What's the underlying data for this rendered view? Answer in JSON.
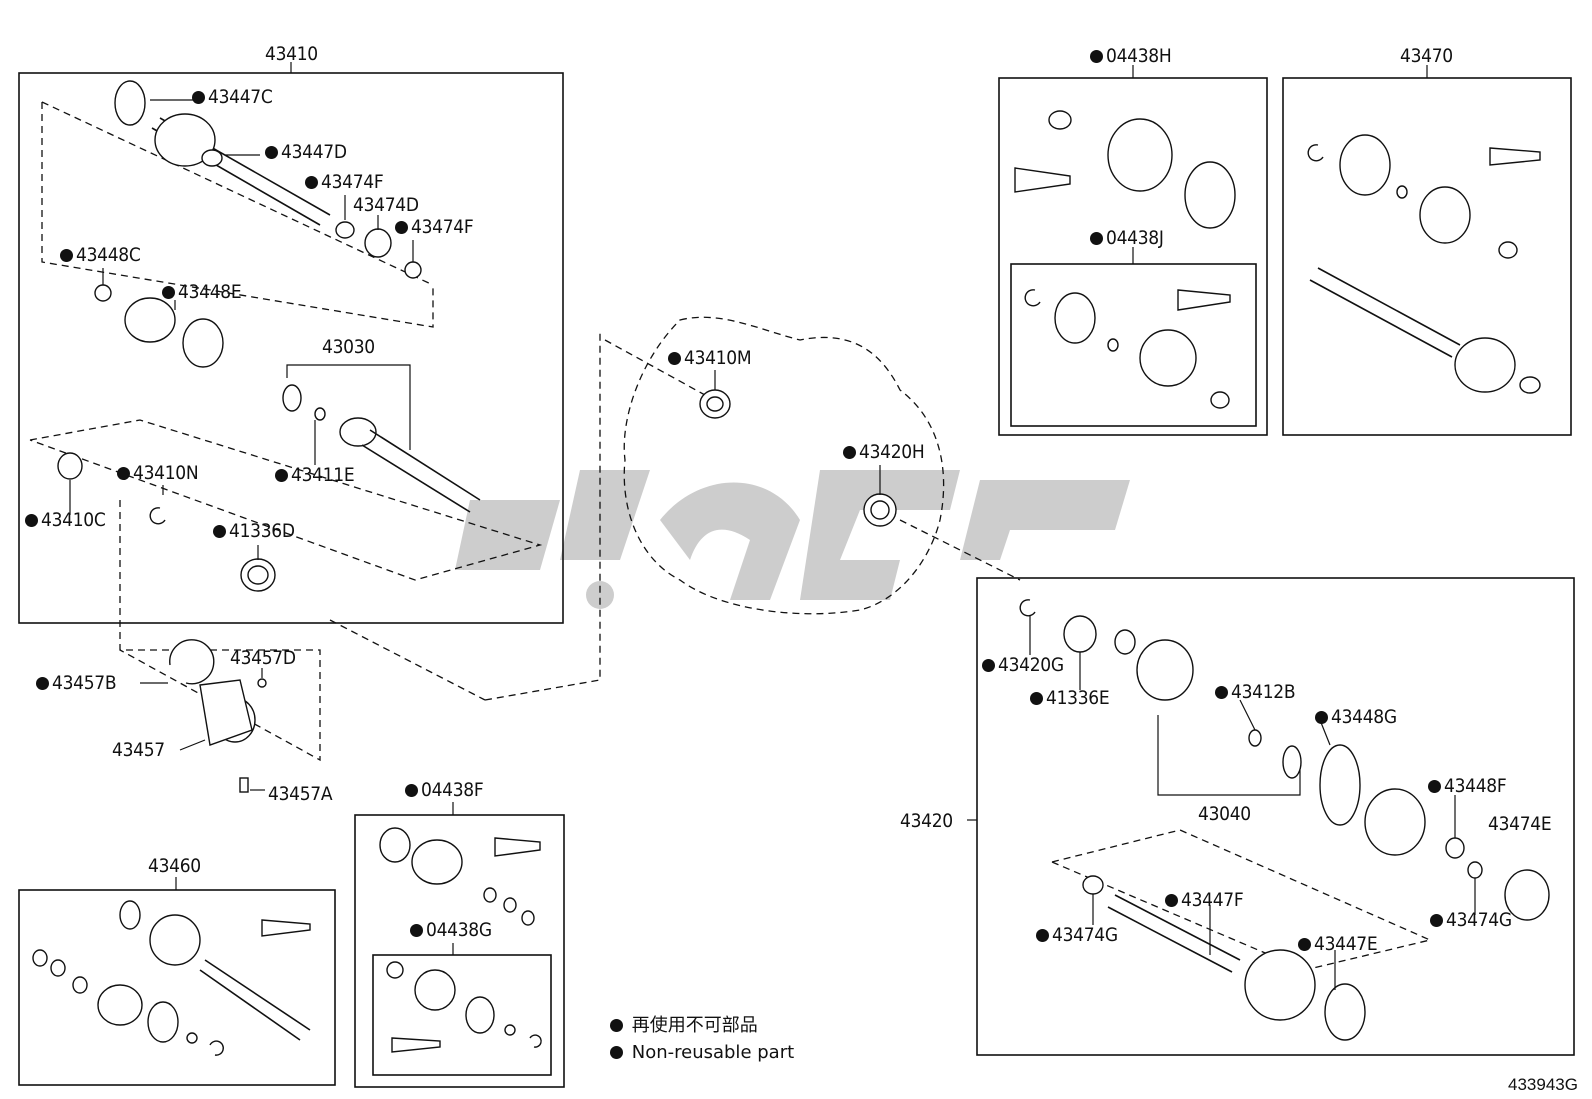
{
  "labels": {
    "g43410": "43410",
    "p43447C": "43447C",
    "p43447D": "43447D",
    "p43474F_a": "43474F",
    "p43474D": "43474D",
    "p43474F_b": "43474F",
    "p43448C": "43448C",
    "p43448E": "43448E",
    "g43030": "43030",
    "p43411E": "43411E",
    "p43410N": "43410N",
    "p43410C": "43410C",
    "p41336D": "41336D",
    "p43457D": "43457D",
    "p43457B": "43457B",
    "p43457": "43457",
    "p43457A": "43457A",
    "g43460": "43460",
    "g04438F": "04438F",
    "g04438G": "04438G",
    "p43410M": "43410M",
    "p43420H": "43420H",
    "g04438H": "04438H",
    "g04438J": "04438J",
    "g43470": "43470",
    "p43420G": "43420G",
    "p41336E": "41336E",
    "p43412B": "43412B",
    "p43448G": "43448G",
    "g43040": "43040",
    "p43448F": "43448F",
    "g43420": "43420",
    "p43474E": "43474E",
    "p43474G_a": "43474G",
    "p43447F": "43447F",
    "p43447E": "43447E",
    "p43474G_b": "43474G"
  },
  "non_reusable": [
    "p43447C",
    "p43447D",
    "p43474F_a",
    "p43474F_b",
    "p43448C",
    "p43448E",
    "p43411E",
    "p43410N",
    "p43410C",
    "p41336D",
    "p43457B",
    "g04438F",
    "g04438G",
    "p43410M",
    "p43420H",
    "g04438H",
    "g04438J",
    "p43420G",
    "p41336E",
    "p43412B",
    "p43448G",
    "p43448F",
    "p43474G_a",
    "p43447F",
    "p43447E",
    "p43474G_b"
  ],
  "legend": {
    "item1": "再使用不可部品",
    "item2": "Non-reusable part"
  },
  "doc_id": "433943G",
  "watermark_icon": "logo-watermark-icon",
  "colors": {
    "ink": "#111111",
    "watermark": "#c8c8c8"
  }
}
